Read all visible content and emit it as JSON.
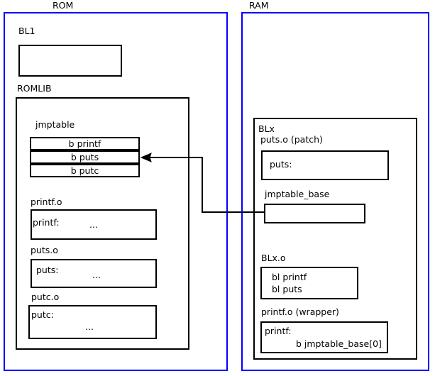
{
  "diagram": {
    "title": "",
    "accent_color": "#0000ff",
    "line_color": "#000000",
    "background": "#ffffff"
  },
  "regions": [
    {
      "name": "rom",
      "label": "ROM"
    },
    {
      "name": "ram",
      "label": "RAM"
    }
  ],
  "rom": {
    "label": "ROM",
    "bl1": {
      "label": "BL1",
      "body": ""
    },
    "romlib": {
      "label": "ROMLIB",
      "jmptable": {
        "label": "jmptable",
        "entries": [
          {
            "text": "b printf"
          },
          {
            "text": "b puts"
          },
          {
            "text": "b putc"
          }
        ]
      },
      "objects": [
        {
          "label": "printf.o",
          "symbol": "printf:",
          "body": "..."
        },
        {
          "label": "puts.o",
          "symbol": "puts:",
          "body": "..."
        },
        {
          "label": "putc.o",
          "symbol": "putc:",
          "body": "..."
        }
      ]
    }
  },
  "ram": {
    "label": "RAM",
    "blx": {
      "label": "BLx",
      "puts_patch": {
        "label": "puts.o (patch)",
        "symbol": "puts:"
      },
      "jmptable_base": {
        "label": "jmptable_base",
        "body": ""
      },
      "blx_o": {
        "label": "BLx.o",
        "line1": "bl printf",
        "line2": "bl puts"
      },
      "printf_wrapper": {
        "label": "printf.o (wrapper)",
        "symbol": "printf:",
        "instruction": "b jmptable_base[0]"
      }
    }
  },
  "connector": {
    "name": "jmptable-base-to-jmptable-puts",
    "description": "arrow from jmptable_base in RAM to the 'b puts' entry of jmptable in ROM"
  }
}
